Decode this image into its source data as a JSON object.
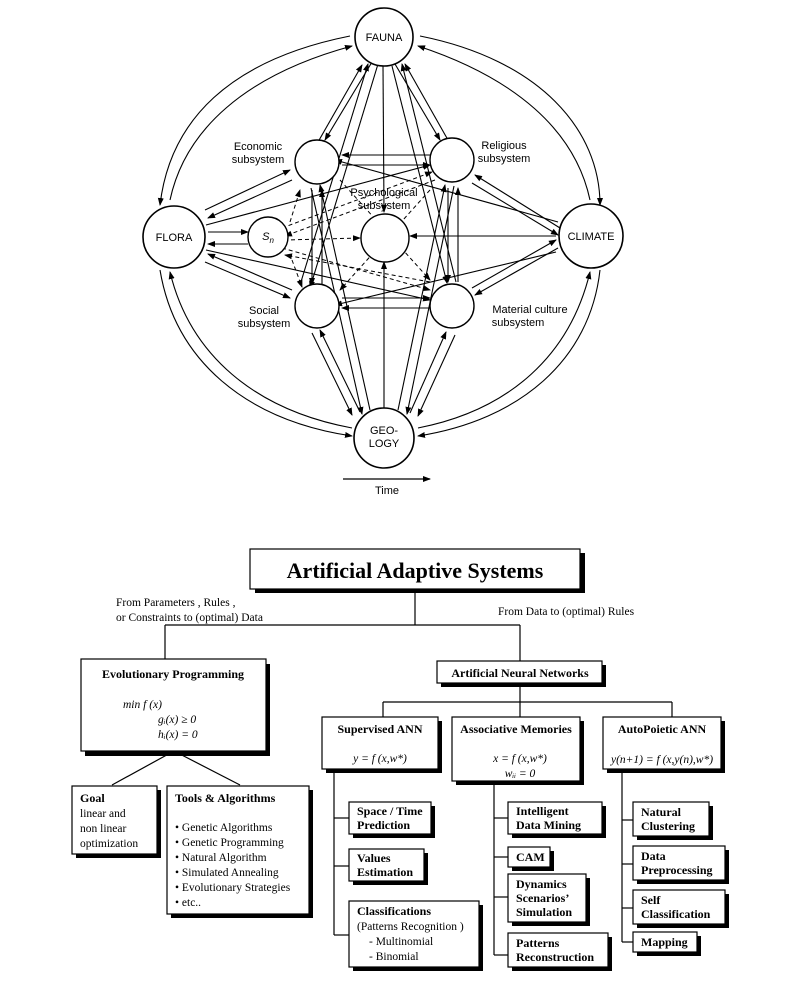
{
  "ecosystem": {
    "nodes": {
      "fauna": "FAUNA",
      "flora": "FLORA",
      "climate": "CLIMATE",
      "geology_line1": "GEO-",
      "geology_line2": "LOGY",
      "sn": "S",
      "sn_sub": "n"
    },
    "labels": {
      "economic_1": "Economic",
      "economic_2": "subsystem",
      "religious_1": "Religious",
      "religious_2": "subsystem",
      "psychological_1": "Psychological",
      "psychological_2": "subsystem",
      "social_1": "Social",
      "social_2": "subsystem",
      "material_1": "Material culture",
      "material_2": "subsystem"
    },
    "time_label": "Time"
  },
  "aas": {
    "title": "Artificial Adaptive Systems",
    "left_branch_1": "From Parameters , Rules ,",
    "left_branch_2": "or Constraints to  (optimal) Data",
    "right_branch": "From Data to (optimal) Rules",
    "evo": {
      "title": "Evolutionary Programming",
      "formula_1": "min f (x)",
      "formula_2": "gᵢ(x) ≥ 0",
      "formula_3": "hᵢ(x) = 0"
    },
    "goal": {
      "title": "Goal",
      "lines": [
        "linear and",
        "non linear",
        "optimization"
      ]
    },
    "tools": {
      "title": "Tools & Algorithms",
      "items": [
        "• Genetic Algorithms",
        "• Genetic Programming",
        "• Natural Algorithm",
        "• Simulated Annealing",
        "• Evolutionary Strategies",
        "• etc.."
      ]
    },
    "ann": {
      "title": "Artificial Neural Networks"
    },
    "supervised": {
      "title": "Supervised  ANN",
      "formula": "y = f (x,w*)",
      "children": [
        {
          "l1": "Space / Time",
          "l2": "Prediction"
        },
        {
          "l1": "Values",
          "l2": "Estimation"
        }
      ],
      "classif_title": "Classifications",
      "classif_lines": [
        "(Patterns Recognition )",
        "- Multinomial",
        "- Binomial"
      ]
    },
    "assoc": {
      "title": "Associative Memories",
      "formula_1": "x = f (x,w*)",
      "formula_2": "wᵢᵢ = 0",
      "children": [
        {
          "l1": "Intelligent",
          "l2": "Data Mining"
        },
        {
          "l1": "CAM",
          "l2": ""
        },
        {
          "l1": "Dynamics",
          "l2": "Scenarios’",
          "l3": "Simulation"
        },
        {
          "l1": "Patterns",
          "l2": "Reconstruction"
        }
      ]
    },
    "autopoietic": {
      "title": "AutoPoietic ANN",
      "formula": "y(n+1) = f (x,y(n),w*)",
      "children": [
        {
          "l1": "Natural",
          "l2": "Clustering"
        },
        {
          "l1": "Data",
          "l2": "Preprocessing"
        },
        {
          "l1": "Self",
          "l2": "Classification"
        },
        {
          "l1": "Mapping",
          "l2": ""
        }
      ]
    }
  }
}
